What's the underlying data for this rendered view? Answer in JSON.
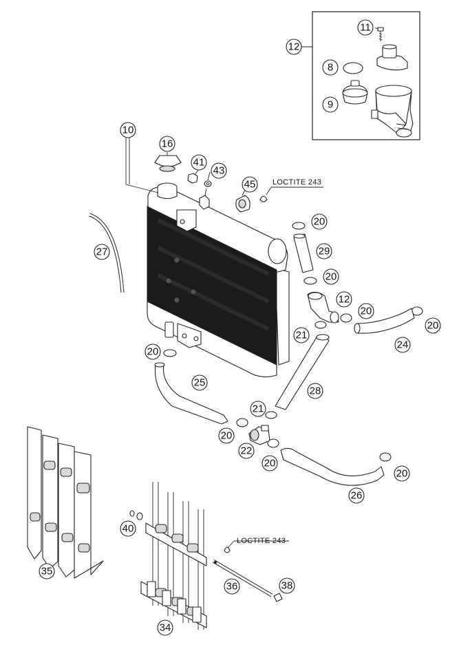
{
  "callouts": [
    {
      "id": "c11",
      "label": "11"
    },
    {
      "id": "c12a",
      "label": "12"
    },
    {
      "id": "c8",
      "label": "8"
    },
    {
      "id": "c9",
      "label": "9"
    },
    {
      "id": "c10",
      "label": "10"
    },
    {
      "id": "c16",
      "label": "16"
    },
    {
      "id": "c41",
      "label": "41"
    },
    {
      "id": "c43",
      "label": "43"
    },
    {
      "id": "c45",
      "label": "45"
    },
    {
      "id": "c20a",
      "label": "20"
    },
    {
      "id": "c29",
      "label": "29"
    },
    {
      "id": "c20b",
      "label": "20"
    },
    {
      "id": "c12b",
      "label": "12"
    },
    {
      "id": "c20c",
      "label": "20"
    },
    {
      "id": "c20d",
      "label": "20"
    },
    {
      "id": "c27",
      "label": "27"
    },
    {
      "id": "c21a",
      "label": "21"
    },
    {
      "id": "c24",
      "label": "24"
    },
    {
      "id": "c20e",
      "label": "20"
    },
    {
      "id": "c25",
      "label": "25"
    },
    {
      "id": "c28",
      "label": "28"
    },
    {
      "id": "c21b",
      "label": "21"
    },
    {
      "id": "c20f",
      "label": "20"
    },
    {
      "id": "c22",
      "label": "22"
    },
    {
      "id": "c20g",
      "label": "20"
    },
    {
      "id": "c20h",
      "label": "20"
    },
    {
      "id": "c26",
      "label": "26"
    },
    {
      "id": "c35",
      "label": "35"
    },
    {
      "id": "c40",
      "label": "40"
    },
    {
      "id": "c36",
      "label": "36"
    },
    {
      "id": "c38",
      "label": "38"
    },
    {
      "id": "c34",
      "label": "34"
    }
  ],
  "notes": {
    "loctite_top": "LOCTITE 243",
    "loctite_bottom": "LOCTITE 243"
  }
}
